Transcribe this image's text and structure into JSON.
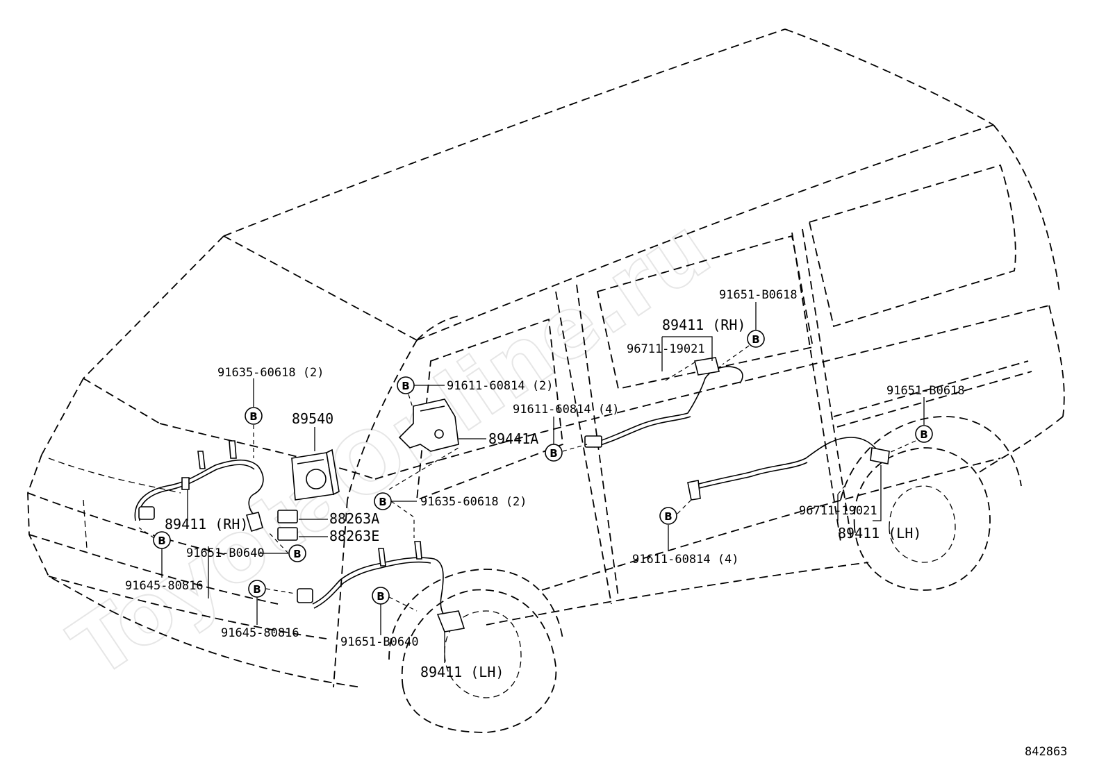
{
  "diagram": {
    "code": "842863",
    "watermark": "ToyotaOnline.ru",
    "bolt_symbol": "B",
    "parts": {
      "bolt_91635_top": "91635-60618 (2)",
      "ecu": "89540",
      "sensor_front_rh": "89411 (RH)",
      "relay_a": "88263A",
      "relay_e": "88263E",
      "bolt_91651_front": "91651-B0640",
      "bolt_91645_left": "91645-80816",
      "bolt_91645_bottom": "91645-80816",
      "bolt_91651_bottom": "91651-B0640",
      "sensor_front_lh": "89411 (LH)",
      "bolt_91611_bracket": "91611-60814 (2)",
      "bracket": "89441A",
      "bolt_91635_mid": "91635-60618 (2)",
      "bolt_91611_mid": "91611-60814 (4)",
      "bolt_91651_rear_rh": "91651-B0618",
      "sensor_rear_rh": "89411 (RH)",
      "clip_rear_rh": "96711-19021",
      "bolt_91651_rear_lh": "91651-B0618",
      "clip_rear_lh": "96711-19021",
      "sensor_rear_lh": "89411 (LH)",
      "bolt_91611_rear": "91611-60814 (4)"
    }
  }
}
